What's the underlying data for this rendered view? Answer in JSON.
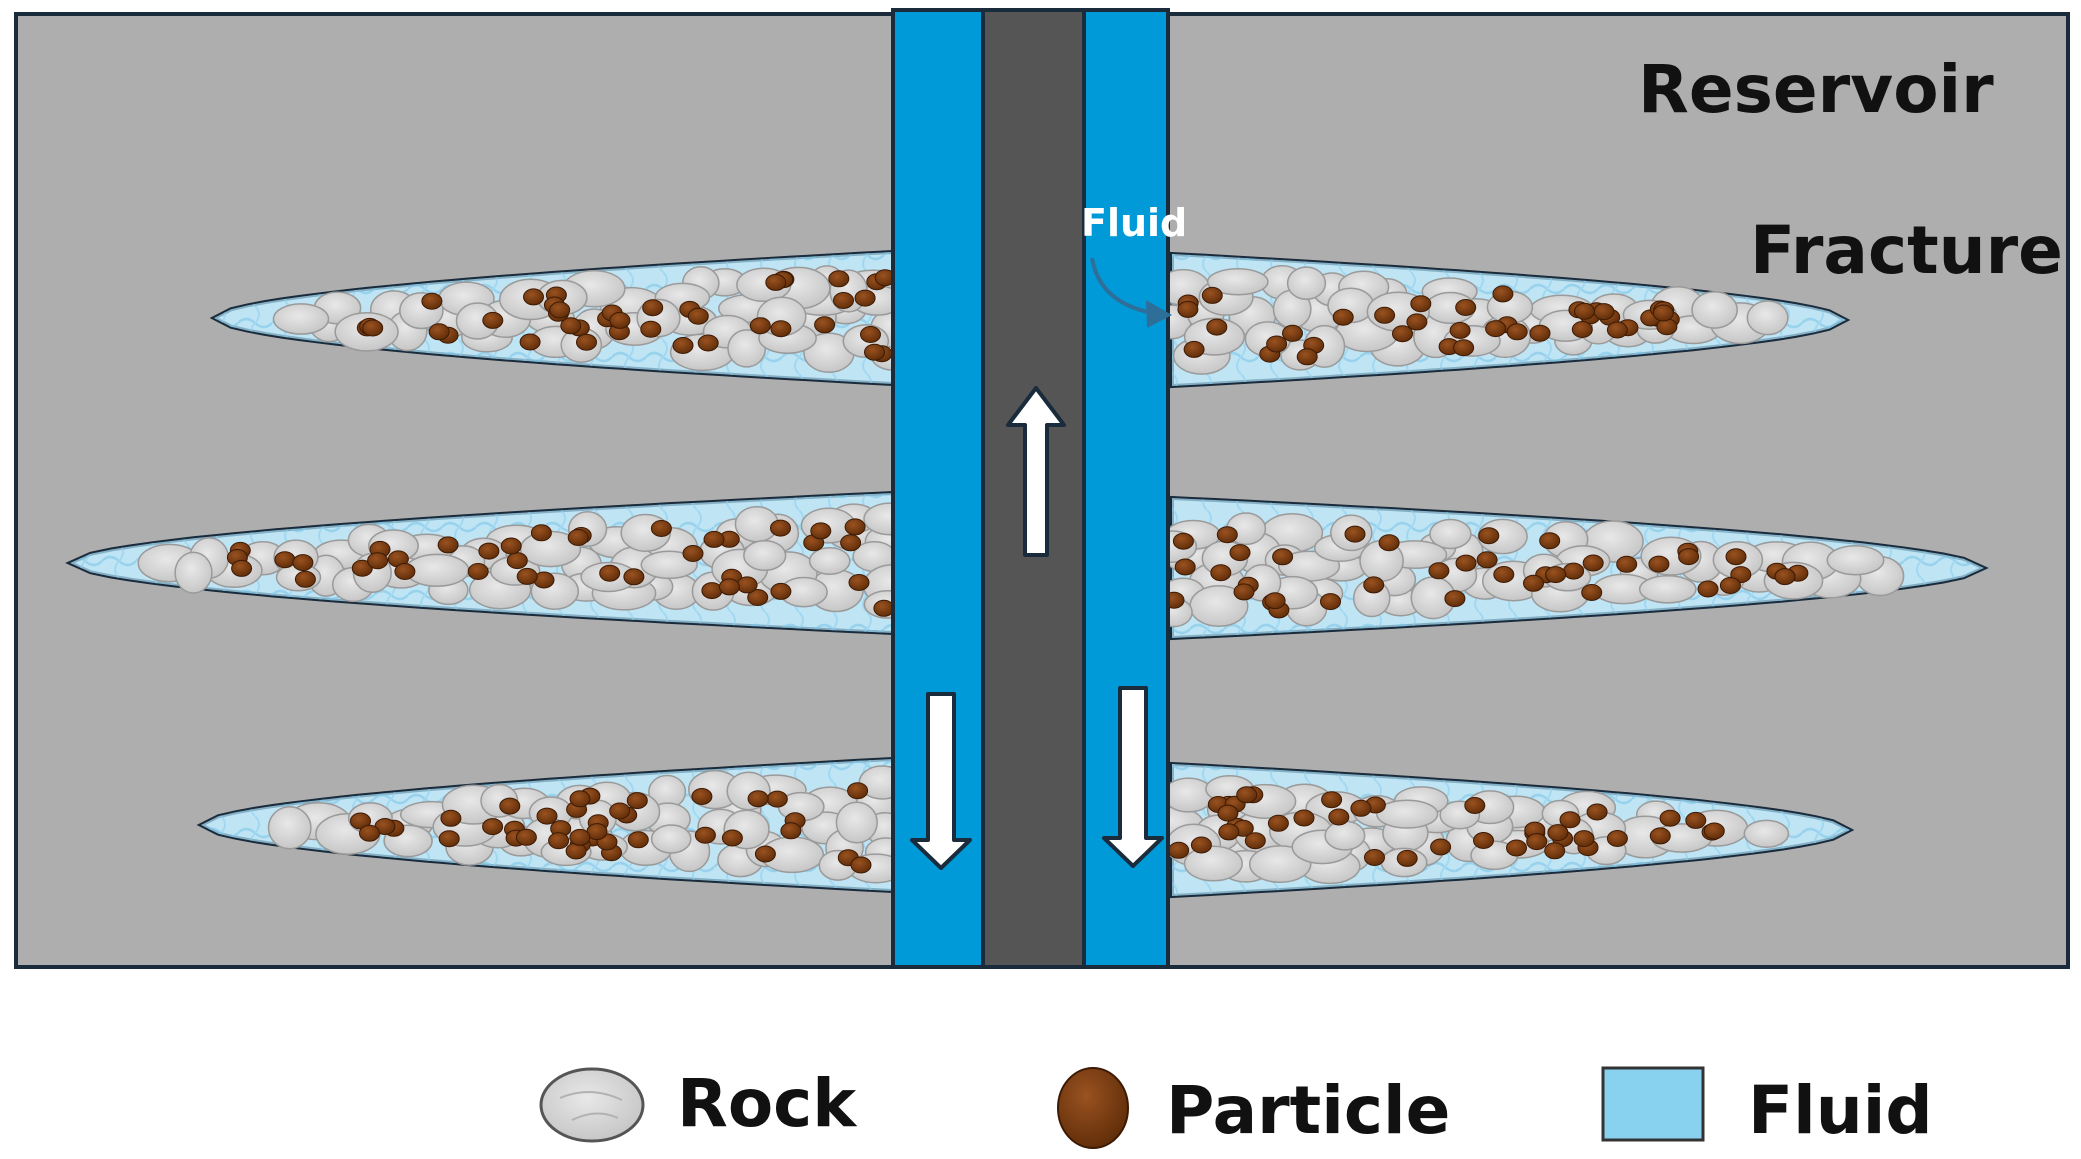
{
  "labels": {
    "reservoir": "Reservoir",
    "fracture": "Fracture",
    "fluid_flow": "Fluid"
  },
  "legend": {
    "rock": "Rock",
    "particle": "Particle",
    "fluid": "Fluid"
  },
  "colors": {
    "reservoir": "#aeaeae",
    "wellbore_annulus": "#009ad8",
    "tubing": "#555555",
    "fracture_fill": "#ffffff",
    "fracture_fluid": "#a9dcf2",
    "rock": "#d6d6d6",
    "particle": "#7a3a0f",
    "legend_fluid": "#88d2f0",
    "outline": "#1a2b3c"
  },
  "icons": {
    "flow_up": "arrow-up-icon",
    "flow_down": "arrow-down-icon",
    "fluid_entry": "curved-arrow-icon"
  }
}
